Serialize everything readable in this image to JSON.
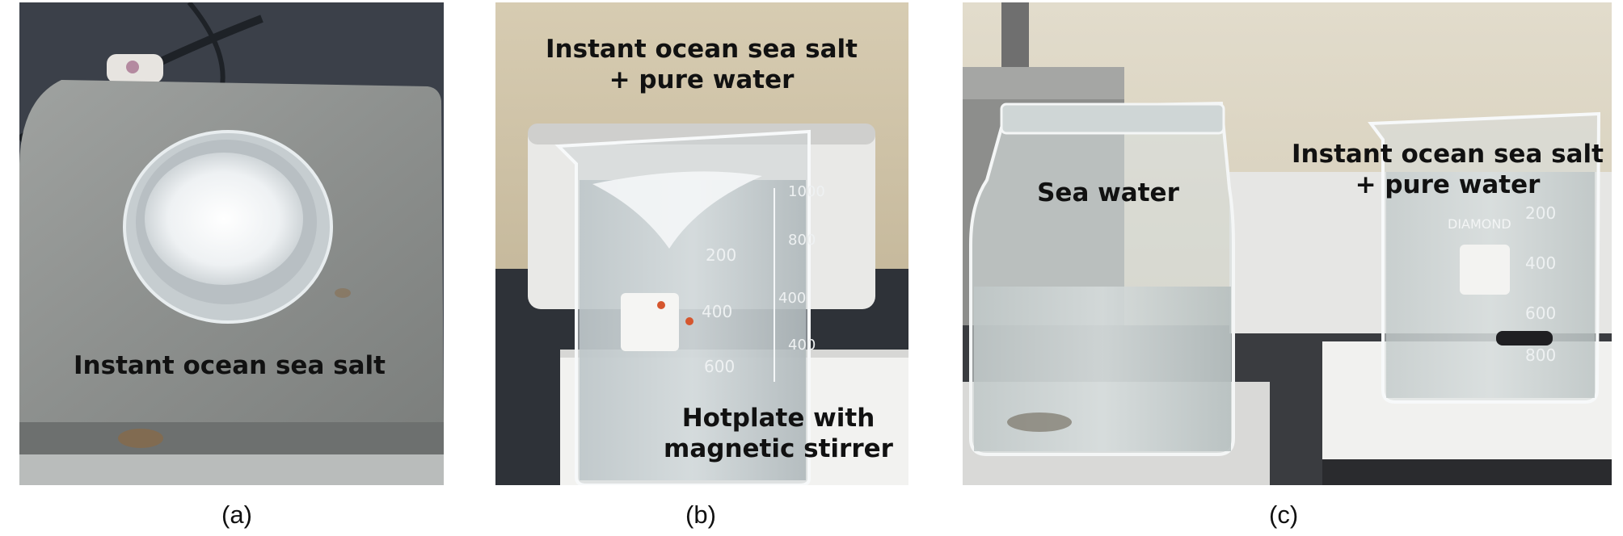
{
  "panels": [
    {
      "caption": "(a)",
      "labels": [
        "Instant ocean sea salt"
      ]
    },
    {
      "caption": "(b)",
      "labels": [
        "Instant ocean sea salt",
        "+ pure water",
        "Hotplate with",
        "magnetic stirrer"
      ],
      "beaker_marks": [
        "1000",
        "800",
        "400",
        "200",
        "600",
        "400"
      ]
    },
    {
      "caption": "(c)",
      "labels": [
        "Sea water",
        "Instant ocean sea salt",
        "+ pure water"
      ],
      "beaker_marks": [
        "200",
        "400",
        "600",
        "800"
      ],
      "beaker_brand": [
        "DIAMOND"
      ]
    }
  ],
  "colors": {
    "plate_steel": "#8f9290",
    "table_dark": "#3a3f47",
    "wall_beige": "#ddd7c6",
    "hotplate_white": "#f1f1ef"
  }
}
